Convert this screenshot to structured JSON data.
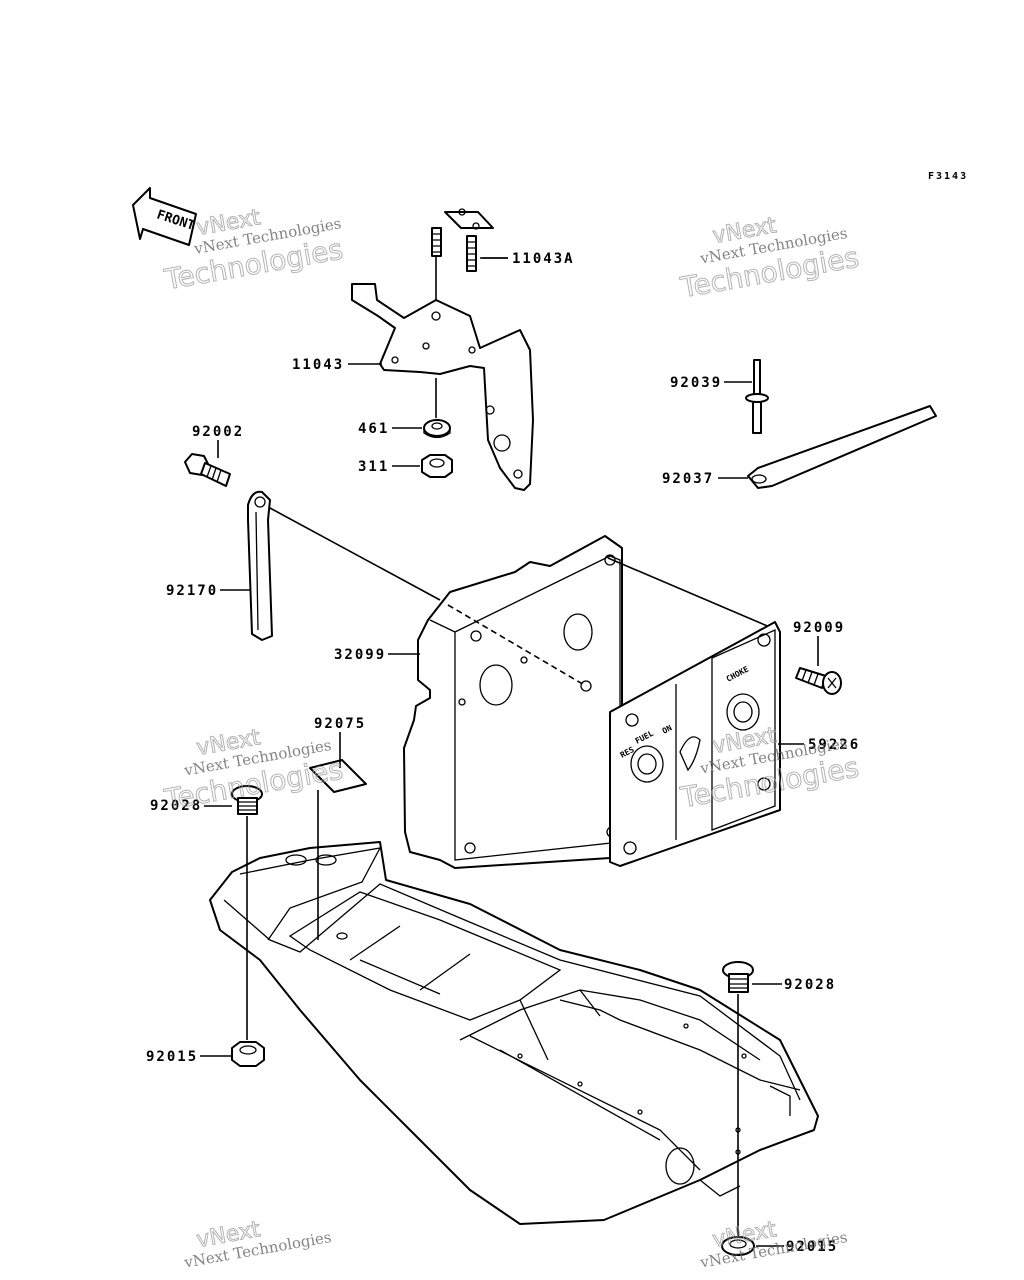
{
  "figure_id": "F3143",
  "front_label": "FRONT",
  "callouts": [
    {
      "id": "11043a",
      "text": "11043A"
    },
    {
      "id": "11043",
      "text": "11043"
    },
    {
      "id": "461",
      "text": "461"
    },
    {
      "id": "311",
      "text": "311"
    },
    {
      "id": "92002",
      "text": "92002"
    },
    {
      "id": "92039",
      "text": "92039"
    },
    {
      "id": "92037",
      "text": "92037"
    },
    {
      "id": "92170",
      "text": "92170"
    },
    {
      "id": "32099",
      "text": "32099"
    },
    {
      "id": "92009",
      "text": "92009"
    },
    {
      "id": "59226",
      "text": "59226"
    },
    {
      "id": "92075",
      "text": "92075"
    },
    {
      "id": "92028a",
      "text": "92028"
    },
    {
      "id": "92028b",
      "text": "92028"
    },
    {
      "id": "92015a",
      "text": "92015"
    },
    {
      "id": "92015b",
      "text": "92015"
    }
  ],
  "decal_text": {
    "choke": "CHOKE",
    "fuel": "FUEL",
    "on": "ON",
    "res": "RES"
  },
  "watermark": {
    "line1": "vNext",
    "line2": "Technologies",
    "small": "vNext Technologies"
  }
}
